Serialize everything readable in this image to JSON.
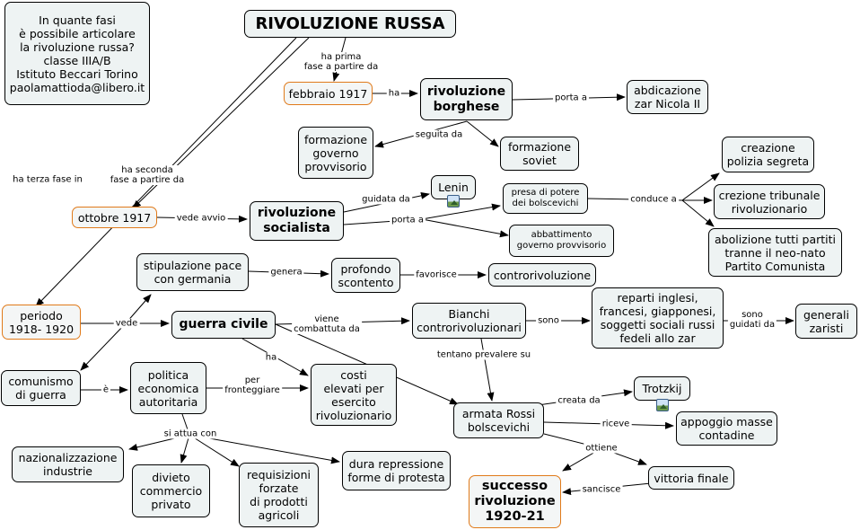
{
  "nodes": {
    "info": "In quante fasi\nè possibile articolare\n la rivoluzione russa?\nclasse IIIA/B\nIstituto Beccari Torino\npaolamattioda@libero.it",
    "title": "RIVOLUZIONE RUSSA",
    "febbraio": "febbraio 1917",
    "rivoluzione_borghese": "rivoluzione\nborghese",
    "abdicazione": "abdicazione\nzar Nicola II",
    "governo_provvisorio": "formazione\ngoverno\nprovvisorio",
    "soviet": "formazione\nsoviet",
    "creazione_polizia": "creazione\npolizia segreta",
    "tribunale": "crezione tribunale\nrivoluzionario",
    "abolizione": "abolizione tutti partiti\ntranne il neo-nato\nPartito Comunista",
    "lenin": "Lenin",
    "presa_potere": "presa di potere\ndei bolscevichi",
    "abbattimento": "abbattimento\ngoverno provvisorio",
    "ottobre": "ottobre 1917",
    "rivoluzione_socialista": "rivoluzione\nsocialista",
    "stipulazione": "stipulazione pace\ncon germania",
    "scontento": "profondo\nscontento",
    "controrivoluzione": "controrivoluzione",
    "periodo": "periodo\n1918- 1920",
    "guerra_civile": "guerra civile",
    "bianchi": "Bianchi\ncontrorivoluzionari",
    "reparti": "reparti inglesi,\nfrancesi, giapponesi,\nsoggetti sociali russi\nfedeli allo zar",
    "generali": "generali\nzaristi",
    "comunismo": "comunismo\ndi guerra",
    "politica": "politica\neconomica\nautoritaria",
    "costi": "costi\nelevati per\nesercito\nrivoluzionario",
    "armata": "armata Rossi\nbolscevichi",
    "trotzkij": "Trotzkij",
    "appoggio": "appoggio masse\ncontadine",
    "nazionalizzazione": "nazionalizzazione\nindustrie",
    "divieto": "divieto\ncommercio\nprivato",
    "requisizioni": "requisizioni\nforzate\ndi prodotti\nagricoli",
    "repressione": "dura repressione\nforme di protesta",
    "successo": "successo\nrivoluzione\n1920-21",
    "vittoria": "vittoria finale"
  },
  "links": {
    "ha_prima": "ha prima\nfase a partire da",
    "ha_seconda": "ha seconda\nfase a partire da",
    "ha_terza": "ha terza fase in",
    "ha1": "ha",
    "porta_a1": "porta a",
    "seguita_da": "seguita da",
    "guidata_da": "guidata da",
    "porta_a2": "porta a",
    "conduce_a": "conduce a",
    "vede_avvio": "vede avvio",
    "genera": "genera",
    "favorisce": "favorisce",
    "vede": "vede",
    "viene_combattuta": "viene\ncombattuta da",
    "sono": "sono",
    "sono_guidati": "sono\nguidati da",
    "tentano": "tentano prevalere su",
    "ha2": "ha",
    "e": "è",
    "per_fronteggiare": "per\nfronteggiare",
    "si_attua": "si attua con",
    "creata_da": "creata da",
    "riceve": "riceve",
    "ottiene": "ottiene",
    "sancisce": "sancisce"
  }
}
